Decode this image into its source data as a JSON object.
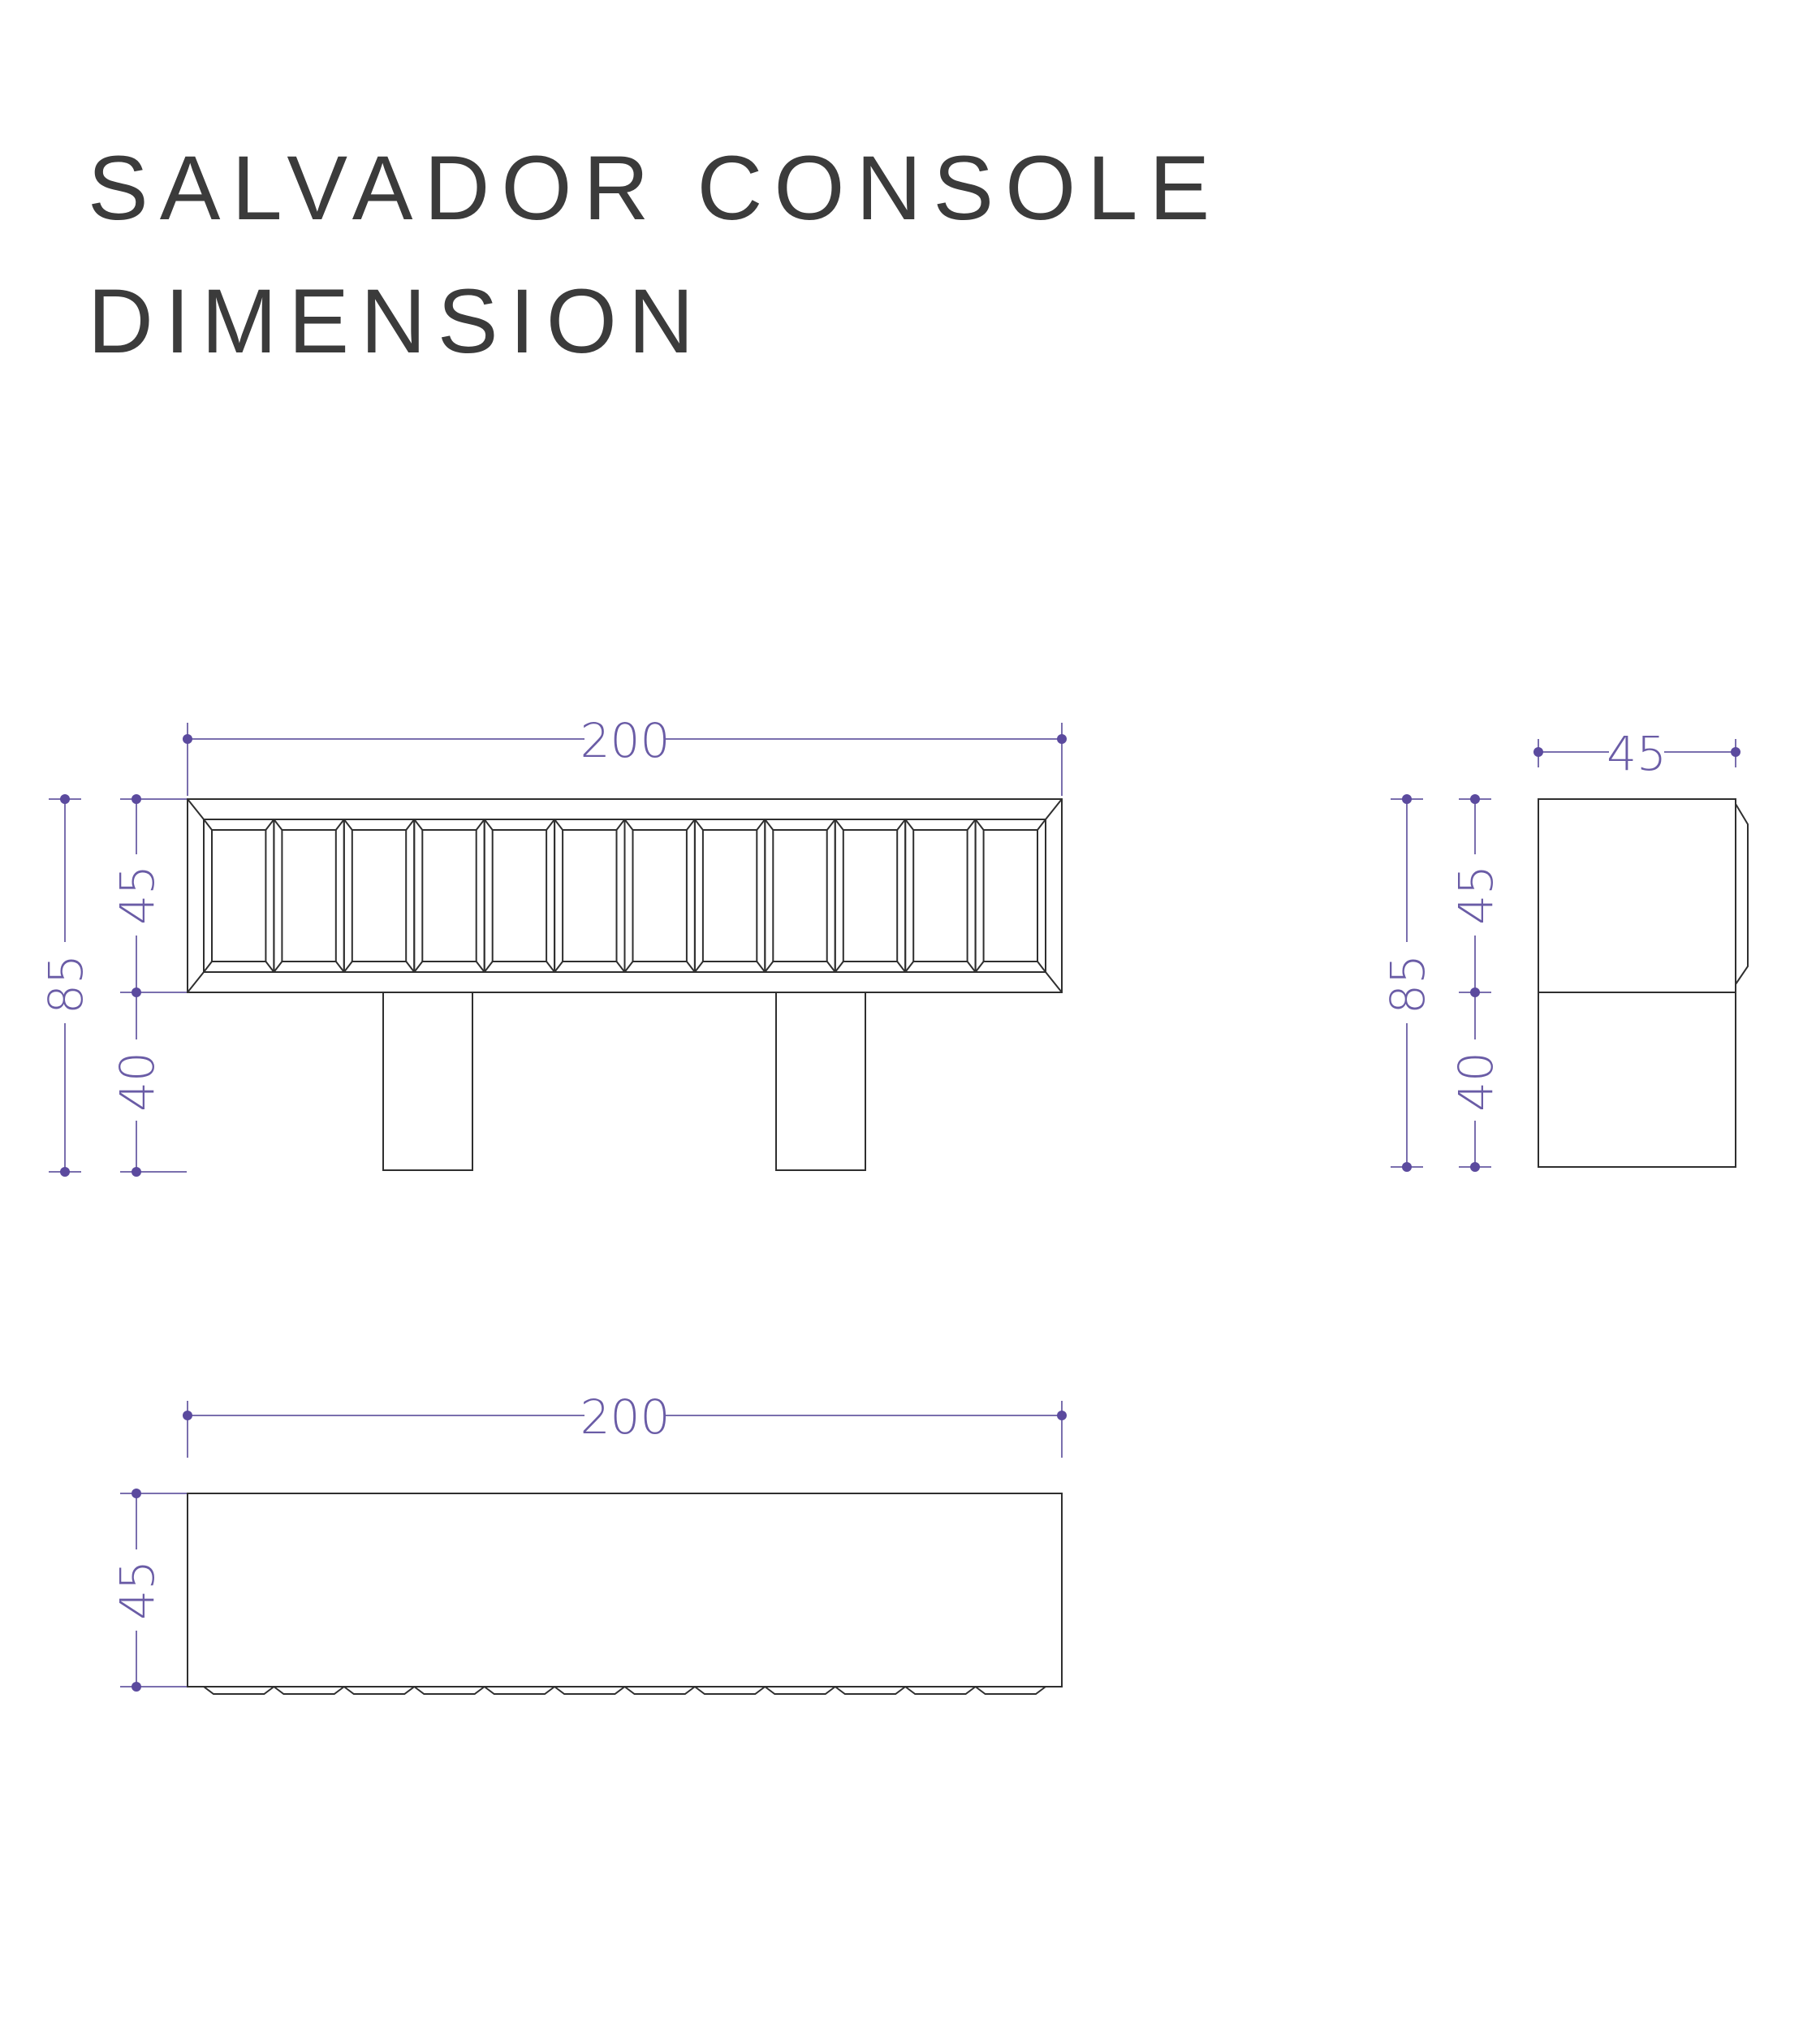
{
  "title": {
    "line1": "SALVADOR CONSOLE",
    "line2": "DIMENSION"
  },
  "colors": {
    "dimension": "#6a5ca6",
    "outline": "#2f2f2f",
    "title": "#3b3b3b"
  },
  "front_view": {
    "width_label": "200",
    "total_height_label": "85",
    "body_height_label": "45",
    "leg_height_label": "40"
  },
  "side_view": {
    "depth_label": "45",
    "total_height_label": "85",
    "body_height_label": "45",
    "leg_height_label": "40"
  },
  "top_view": {
    "width_label": "200",
    "depth_label": "45"
  }
}
